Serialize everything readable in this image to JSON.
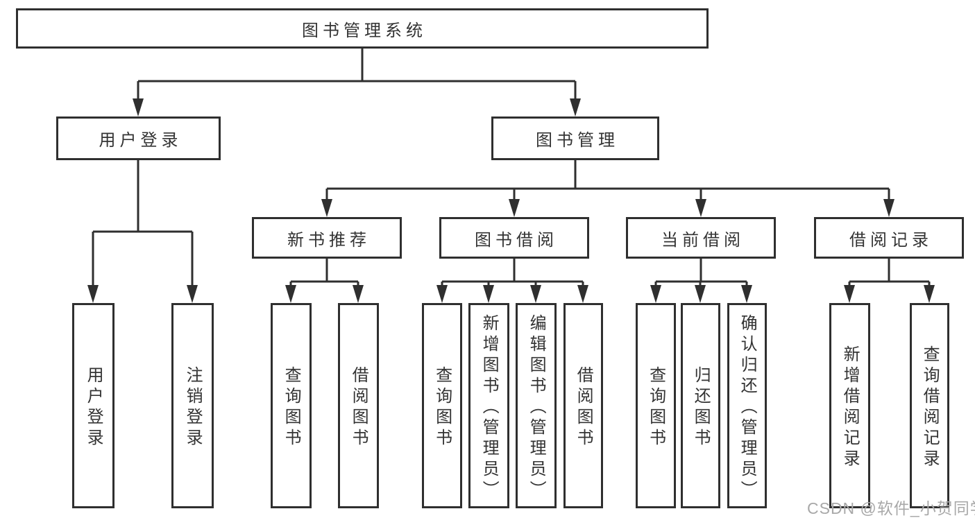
{
  "nodes": {
    "root": "图书管理系统",
    "branches": {
      "user_login": {
        "label": "用户登录",
        "children": {
          "login": "用户登录",
          "logout": "注销登录"
        }
      },
      "book_management": {
        "label": "图书管理",
        "children": {
          "new_book_recommend": {
            "label": "新书推荐",
            "children": {
              "query_books": "查询图书",
              "borrow_books": "借阅图书"
            }
          },
          "book_borrowing": {
            "label": "图书借阅",
            "children": {
              "query_books": "查询图书",
              "add_books": "新增图书（管理员）",
              "edit_books": "编辑图书（管理员）",
              "borrow_books": "借阅图书"
            }
          },
          "current_borrowing": {
            "label": "当前借阅",
            "children": {
              "query_books": "查询图书",
              "return_books": "归还图书",
              "confirm_return": "确认归还（管理员）"
            }
          },
          "borrowing_records": {
            "label": "借阅记录",
            "children": {
              "add_record": "新增借阅记录",
              "query_record": "查询借阅记录"
            }
          }
        }
      }
    }
  },
  "watermark": "CSDN @软件_小贺同学",
  "colors": {
    "line": "#2f2f2f",
    "text": "#333333",
    "box_fill": "#ffffff",
    "background": "#ffffff",
    "watermark": "#a8a8a8"
  }
}
